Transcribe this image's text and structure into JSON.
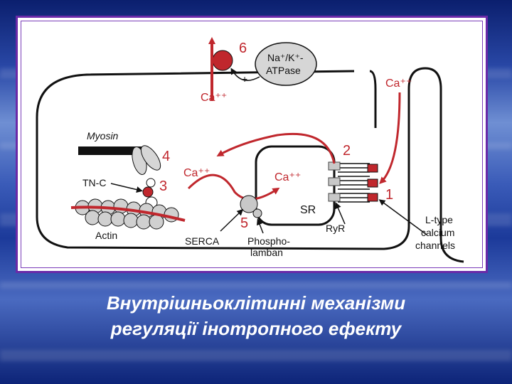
{
  "diagram": {
    "labels": {
      "num_1": "1",
      "num_2": "2",
      "num_3": "3",
      "num_4": "4",
      "num_5": "5",
      "num_6": "6",
      "ca_top": "Ca⁺⁺",
      "ca_right": "Ca⁺⁺",
      "ca_left": "Ca⁺⁺",
      "ca_sr": "Ca⁺⁺",
      "plus": "+",
      "atpase_line1": "Na⁺/K⁺-",
      "atpase_line2": "ATPase",
      "myosin": "Myosin",
      "tnc": "TN-C",
      "actin": "Actin",
      "sr": "SR",
      "ryr": "RyR",
      "serca": "SERCA",
      "phospholamban_1": "Phospho-",
      "phospholamban_2": "lamban",
      "ltype_1": "L-type",
      "ltype_2": "calcium",
      "ltype_3": "channels"
    },
    "colors": {
      "ca_path": "#c0272d",
      "membrane": "#111111",
      "protein_gray": "#c8c8c8"
    }
  },
  "caption": {
    "line1": "Внутрішньоклітинні механізми",
    "line2": "регуляції інотропного ефекту"
  }
}
